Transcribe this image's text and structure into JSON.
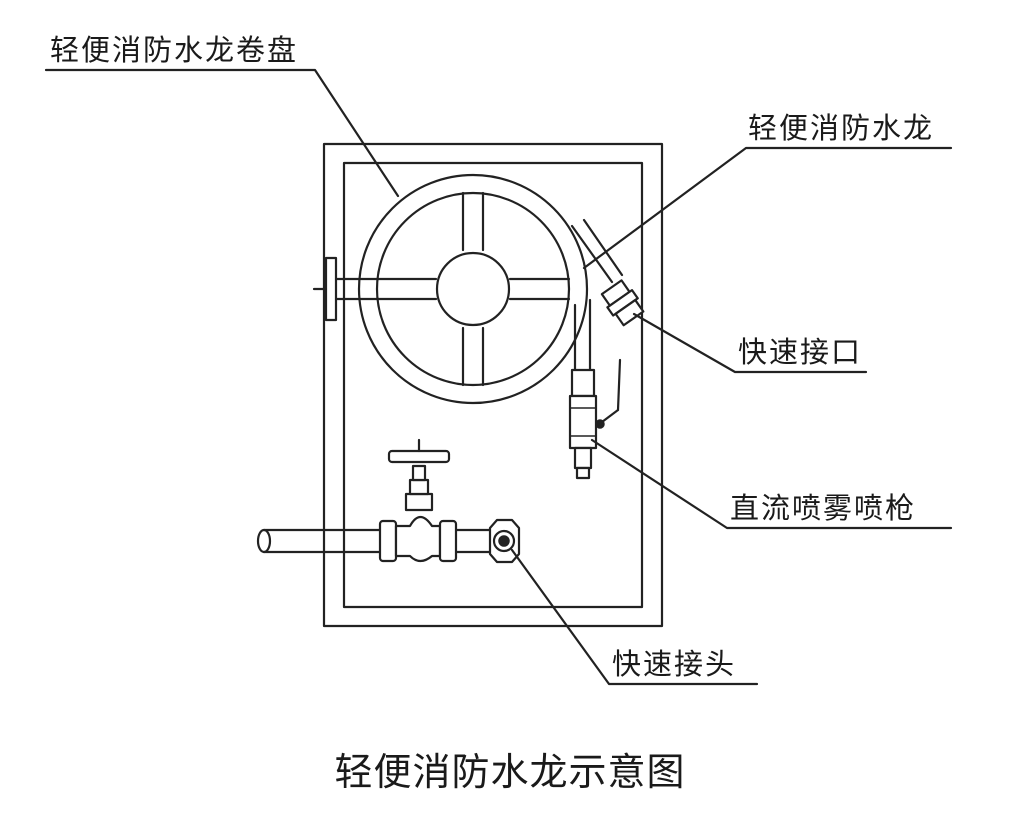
{
  "labels": {
    "hose_reel": "轻便消防水龙卷盘",
    "hose": "轻便消防水龙",
    "quick_coupling_port": "快速接口",
    "spray_nozzle": "直流喷雾喷枪",
    "quick_connector": "快速接头"
  },
  "caption": "轻便消防水龙示意图",
  "colors": {
    "line": "#222222",
    "background": "#ffffff"
  }
}
